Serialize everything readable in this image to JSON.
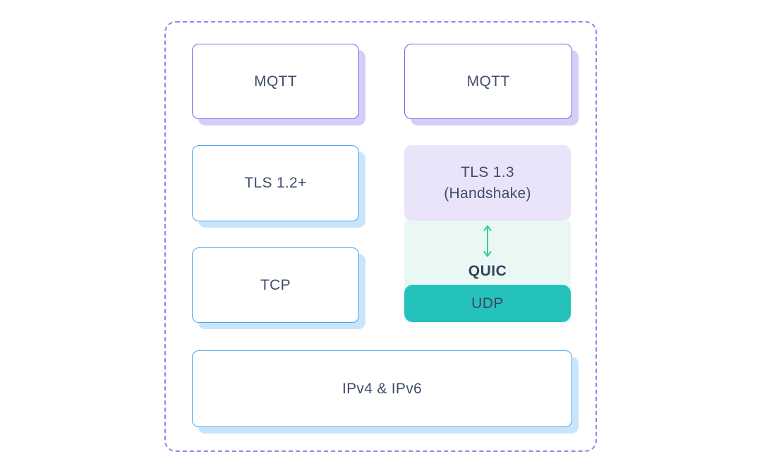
{
  "diagram": {
    "left_stack": {
      "mqtt": "MQTT",
      "tls": "TLS 1.2+",
      "tcp": "TCP"
    },
    "right_stack": {
      "mqtt": "MQTT",
      "tls13_line1": "TLS 1.3",
      "tls13_line2": "(Handshake)",
      "quic": "QUIC",
      "udp": "UDP"
    },
    "shared": {
      "ip": "IPv4 & IPv6"
    },
    "icons": {
      "quic_arrow": "vertical-double-arrow"
    },
    "colors": {
      "purple_border": "#7a5ee6",
      "purple_shadow": "#d6cef8",
      "blue_border": "#4da6f0",
      "blue_shadow": "#c9e5fc",
      "lavender_fill": "#e9e4fa",
      "mint_fill": "#e9f8f5",
      "teal_fill": "#25c2bc",
      "arrow_green": "#3ecb90",
      "dashed_frame": "#9384ef",
      "text": "#404c6b"
    }
  }
}
